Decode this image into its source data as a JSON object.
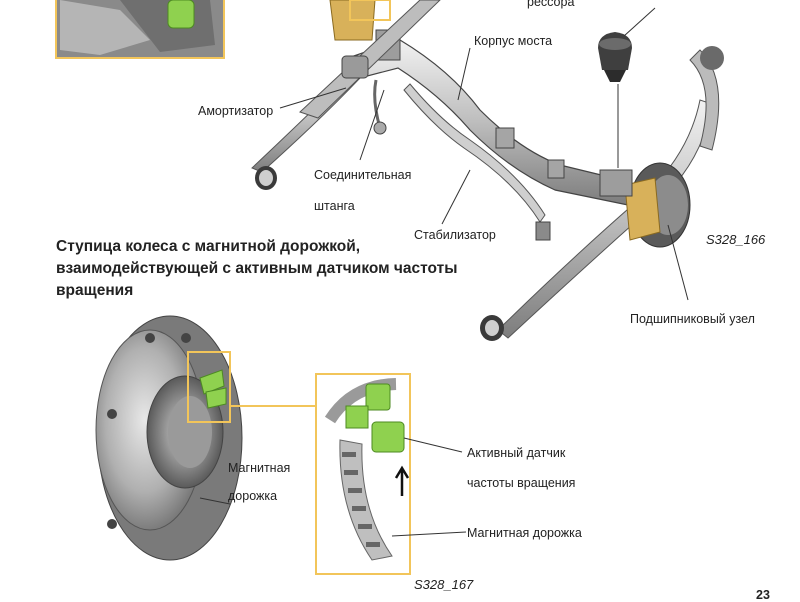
{
  "labels": {
    "spring_partial": "рессора",
    "axle_housing": "Корпус моста",
    "shock_absorber": "Амортизатор",
    "link_line1": "Соединительная",
    "link_line2": "штанга",
    "stabilizer": "Стабилизатор",
    "code_top": "S328_166",
    "bearing_unit": "Подшипниковый узел",
    "magnetic_track_hub_line1": "Магнитная",
    "magnetic_track_hub_line2": "дорожка",
    "active_sensor_line1": "Активный датчик",
    "active_sensor_line2": "частоты вращения",
    "magnetic_track_detail": "Магнитная дорожка",
    "code_bottom": "S328_167",
    "page_number": "23"
  },
  "heading": {
    "line1": "Ступица колеса с магнитной дорожкой,",
    "line2": "взаимодействующей с активным датчиком частоты",
    "line3": "вращения"
  },
  "colors": {
    "highlight_frame": "#f2c55a",
    "sensor_green": "#8fd14f",
    "metal_gray": "#9a9a9a",
    "bracket_gold": "#d8b15a"
  }
}
